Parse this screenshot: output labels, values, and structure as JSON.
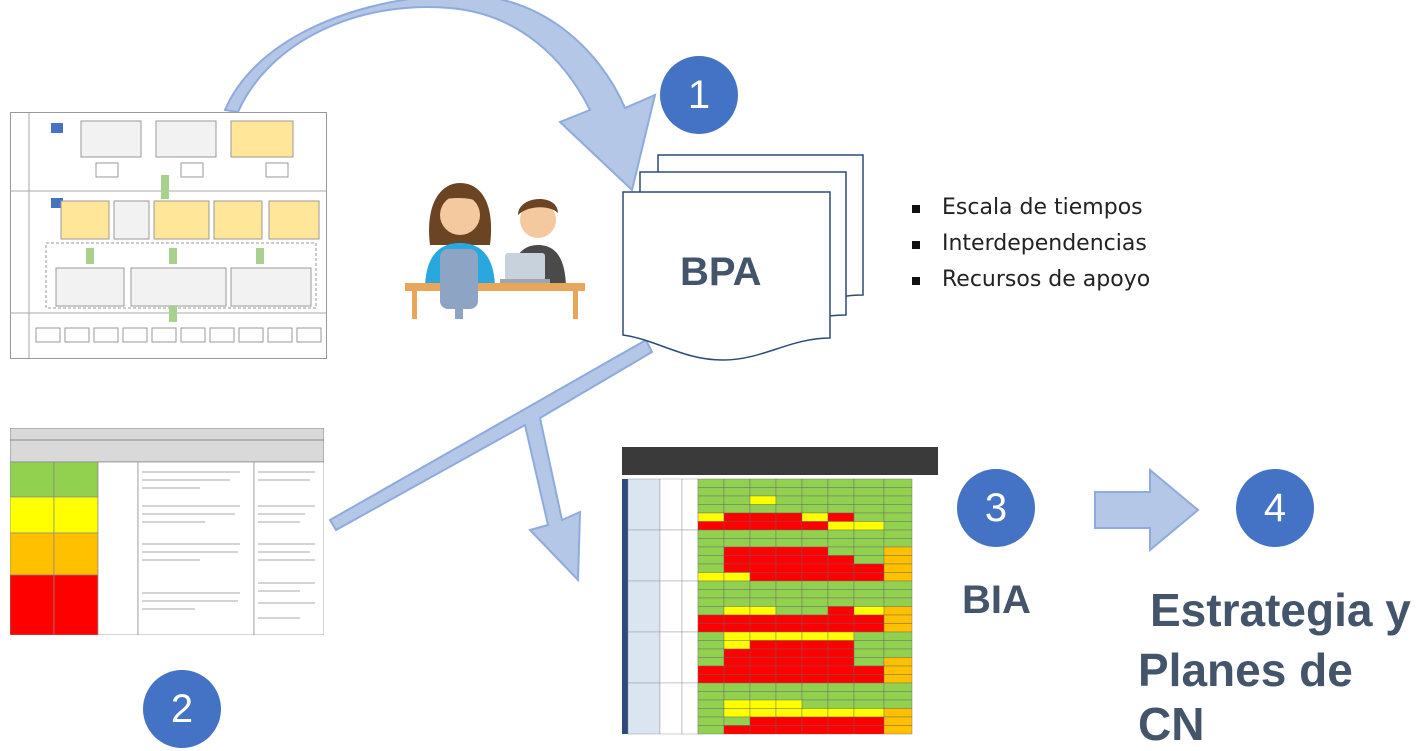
{
  "steps": [
    {
      "number": "1",
      "label": "BPA"
    },
    {
      "number": "2",
      "label": ""
    },
    {
      "number": "3",
      "label": "BIA"
    },
    {
      "number": "4",
      "label_line1": "Estrategia y",
      "label_line2": "Planes de CN"
    }
  ],
  "bpa_bullets": [
    "Escala de tiempos",
    "Interdependencias",
    "Recursos de apoyo"
  ],
  "colors": {
    "circle": "#4472c4",
    "arrow_fill": "#b4c7e7",
    "arrow_stroke": "#8faadc",
    "label": "#44546a",
    "green": "#92d050",
    "yellow": "#ffff00",
    "orange": "#ffc000",
    "red": "#ff0000"
  },
  "icons": [
    "people-at-desk-icon",
    "laptop-icon",
    "document-stack-icon"
  ]
}
